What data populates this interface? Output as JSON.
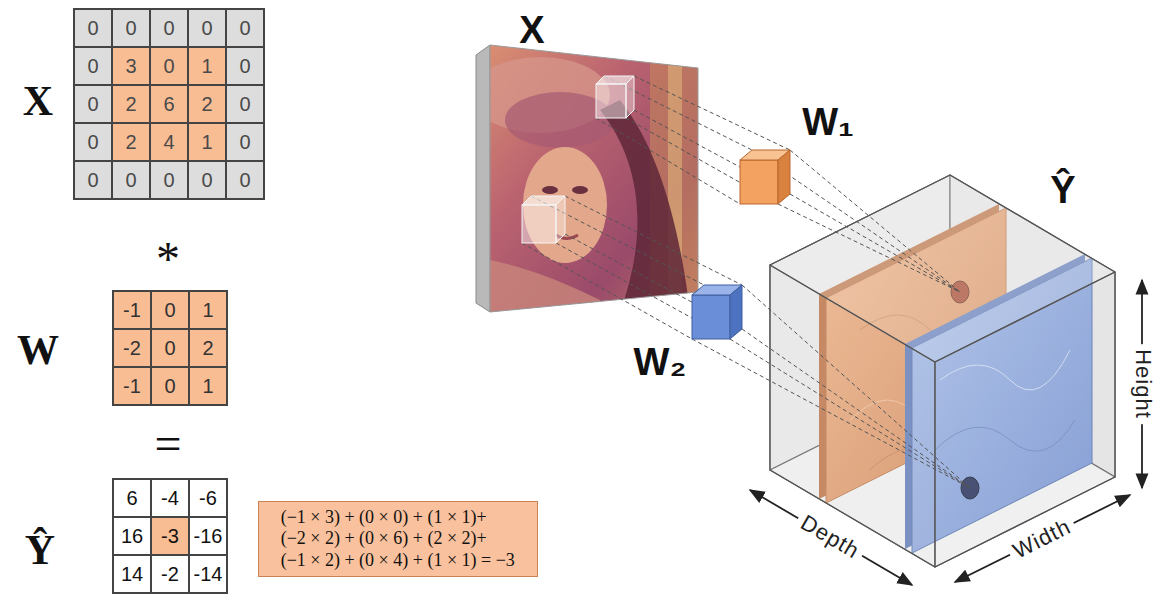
{
  "diagram": {
    "nodes": [
      {
        "text": [
          "(−1 × 3) + (0 × 0) + (1 × 1)+ (−2 × 2) + (0 × 6) + (2 × 2)+ (−1 × 2) + (0 × 4) + (1 × 1) = −3"
        ]
      }
    ],
    "labels": [
      "X",
      "0",
      "0",
      "0",
      "0",
      "0",
      "0",
      "3",
      "0",
      "1",
      "0",
      "0",
      "2",
      "6",
      "2",
      "0",
      "0",
      "2",
      "4",
      "1",
      "0",
      "0",
      "0",
      "0",
      "0",
      "0",
      "*",
      "W",
      "-1",
      "0",
      "1",
      "-2",
      "0",
      "2",
      "-1",
      "0",
      "1",
      "=",
      "Ŷ",
      "6",
      "-4",
      "-6",
      "16",
      "-3",
      "-16",
      "14",
      "-2",
      "-14",
      "X",
      "W₁",
      "W₂",
      "Ŷ",
      "Height",
      "Depth",
      "Width"
    ]
  }
}
